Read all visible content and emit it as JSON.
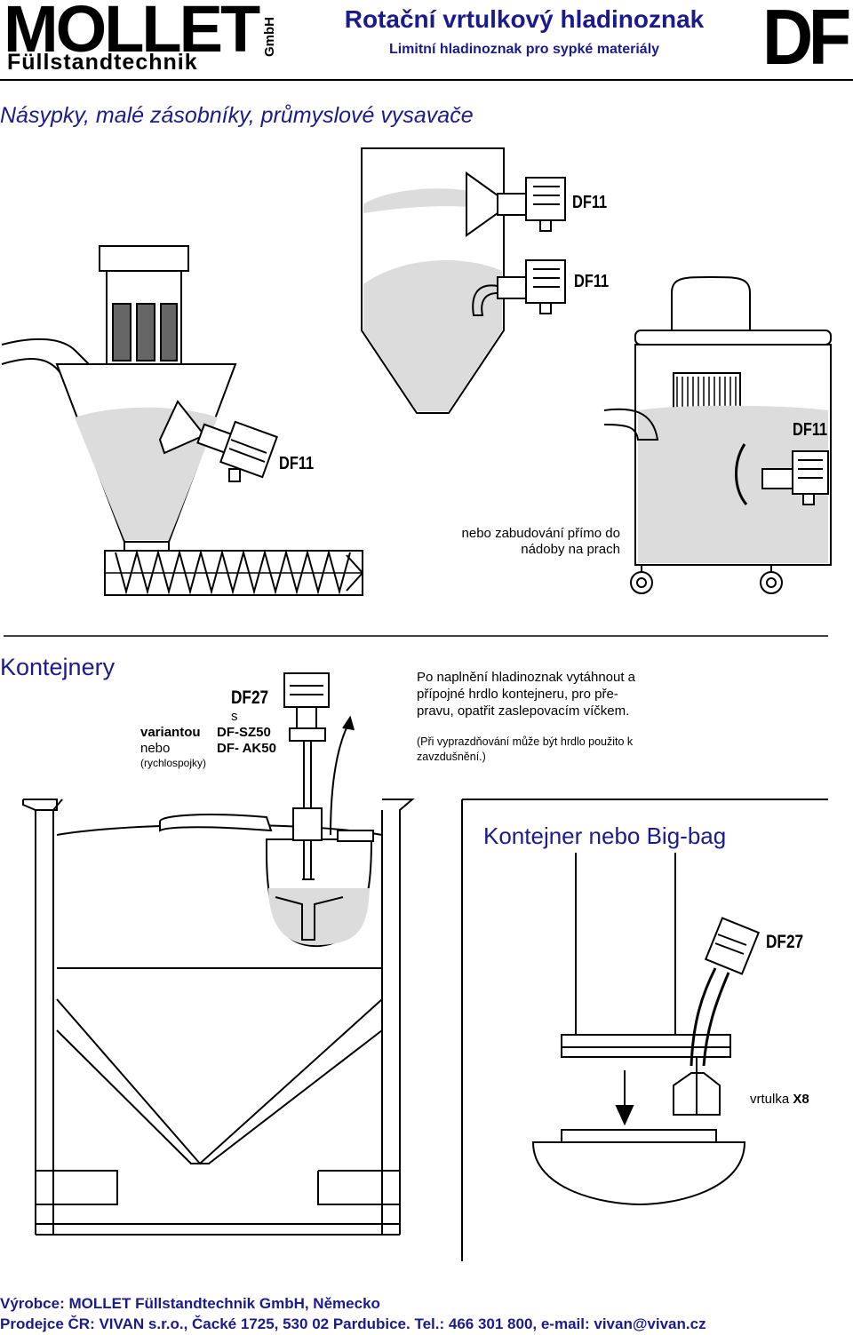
{
  "header": {
    "logo_main": "MOLLET",
    "logo_sub": "Füllstandtechnik",
    "logo_gmbh": "GmbH",
    "title": "Rotační vrtulkový hladinoznak",
    "subtitle": "Limitní hladinoznak pro sypké materiály",
    "badge": "DF"
  },
  "section1": {
    "heading": "Násypky, malé zásobníky, průmyslové vysavače",
    "label_df11": "DF11",
    "note_line1": "nebo zabudování přímo do",
    "note_line2": "nádoby na prach"
  },
  "section2": {
    "heading": "Kontejnery",
    "df27": "DF27",
    "s": "s",
    "variantou": "variantou",
    "df_sz50": "DF-SZ50",
    "nebo": "nebo",
    "df_ak50": "DF- AK50",
    "rychlospojky": "(rychlospojky)",
    "para_line1": "Po naplnění hladinoznak vytáhnout a",
    "para_line2": "přípojné hrdlo kontejneru, pro pře-",
    "para_line3": "pravu, opatřit zaslepovacím víčkem.",
    "small_line1": "(Při vyprazdňování může být hrdlo použito k",
    "small_line2": "zavzdušnění.)",
    "bigbag_title": "Kontejner nebo Big-bag",
    "bigbag_df27": "DF27",
    "vrtulka": "vrtulka",
    "vrtulka_bold": "X8"
  },
  "footer": {
    "line1": "Výrobce: MOLLET Füllstandtechnik GmbH, Německo",
    "line2": "Prodejce ČR: VIVAN s.r.o., Čacké 1725, 530 02 Pardubice. Tel.: 466 301 800, e-mail: vivan@vivan.cz"
  }
}
